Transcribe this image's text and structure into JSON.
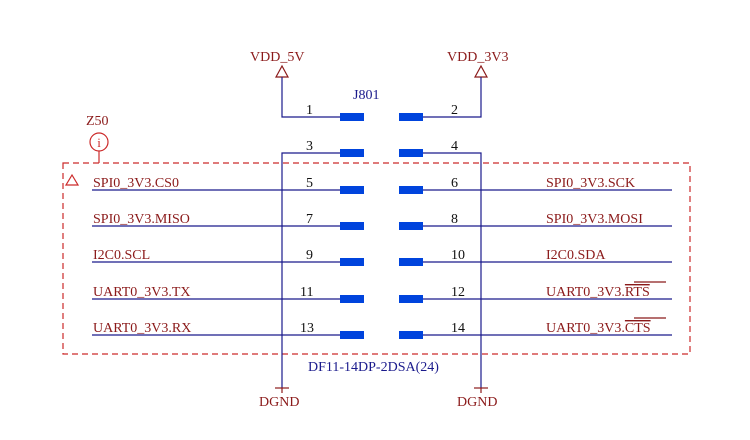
{
  "power": {
    "left": "VDD_5V",
    "right": "VDD_3V3"
  },
  "ground": {
    "left": "DGND",
    "right": "DGND"
  },
  "connector": {
    "refdes": "J801",
    "part": "DF11-14DP-2DSA(24)"
  },
  "annotation": {
    "label": "Z50",
    "icon": "info-icon",
    "glyph": "i"
  },
  "pins": {
    "p1": "1",
    "p2": "2",
    "p3": "3",
    "p4": "4",
    "p5": "5",
    "p6": "6",
    "p7": "7",
    "p8": "8",
    "p9": "9",
    "p10": "10",
    "p11": "11",
    "p12": "12",
    "p13": "13",
    "p14": "14"
  },
  "nets": {
    "left": {
      "n5": "SPI0_3V3.CS0",
      "n7": "SPI0_3V3.MISO",
      "n9": "I2C0.SCL",
      "n11": "UART0_3V3.TX",
      "n13": "UART0_3V3.RX"
    },
    "right": {
      "n6": "SPI0_3V3.SCK",
      "n8": "SPI0_3V3.MOSI",
      "n10": "I2C0.SDA",
      "n12_prefix": "UART0_3V3.",
      "n12_overbar": "RTS",
      "n14_prefix": "UART0_3V3.",
      "n14_overbar": "CTS"
    }
  },
  "colors": {
    "wire": "#1a1a8c",
    "pad": "#0044dd",
    "label": "#8b1a1a",
    "selection": "#cc2a2a"
  }
}
